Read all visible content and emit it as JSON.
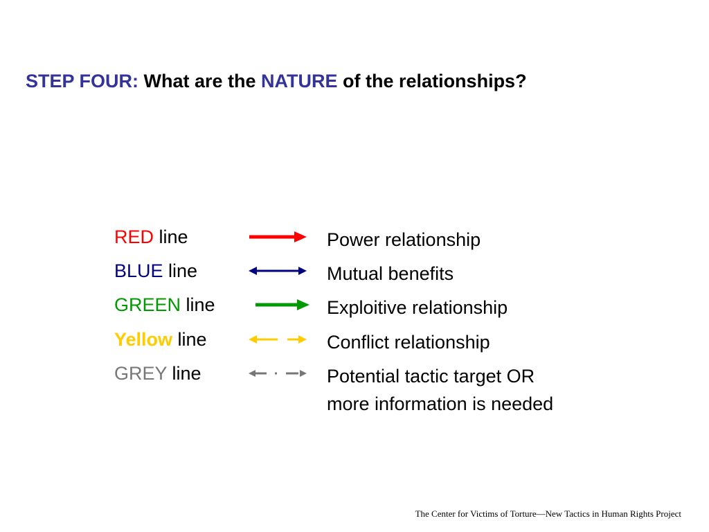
{
  "title": {
    "prefix": "STEP FOUR:",
    "part1": " What are the ",
    "highlight": "NATURE",
    "part2": " of the relationships?"
  },
  "colors": {
    "title_accent": "#333399",
    "red": "#ff0000",
    "blue": "#000080",
    "green": "#009900",
    "yellow": "#ffcc00",
    "grey": "#777777"
  },
  "legend": [
    {
      "color_word": "RED",
      "suffix": " line",
      "description": [
        "Power relationship"
      ]
    },
    {
      "color_word": "BLUE",
      "suffix": " line",
      "description": [
        "Mutual benefits"
      ]
    },
    {
      "color_word": "GREEN",
      "suffix": " line",
      "description": [
        "Exploitive relationship"
      ]
    },
    {
      "color_word": "Yellow",
      "suffix": " line",
      "description": [
        "Conflict relationship"
      ]
    },
    {
      "color_word": "GREY",
      "suffix": " line",
      "description": [
        "Potential tactic target OR",
        "more information is needed"
      ]
    }
  ],
  "footer": "The Center for Victims of Torture—New Tactics in Human Rights Project"
}
